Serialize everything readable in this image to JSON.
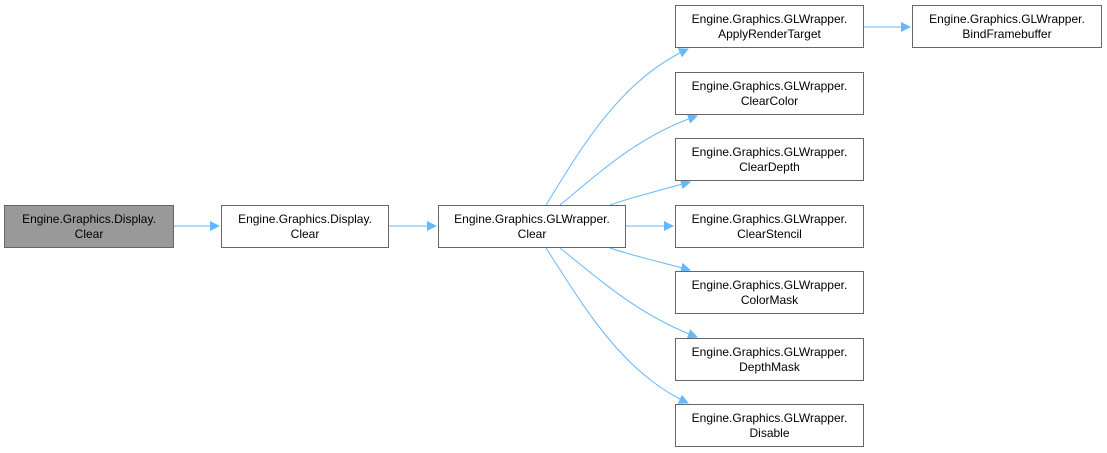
{
  "colors": {
    "edge": "#63b8ff",
    "root_fill": "#999999",
    "node_border": "#666666"
  },
  "nodes": [
    {
      "id": "n1",
      "line1": "Engine.Graphics.Display.",
      "line2": "Clear",
      "root": true
    },
    {
      "id": "n2",
      "line1": "Engine.Graphics.Display.",
      "line2": "Clear"
    },
    {
      "id": "n3",
      "line1": "Engine.Graphics.GLWrapper.",
      "line2": "Clear"
    },
    {
      "id": "n4",
      "line1": "Engine.Graphics.GLWrapper.",
      "line2": "ApplyRenderTarget"
    },
    {
      "id": "n5",
      "line1": "Engine.Graphics.GLWrapper.",
      "line2": "BindFramebuffer"
    },
    {
      "id": "n6",
      "line1": "Engine.Graphics.GLWrapper.",
      "line2": "ClearColor"
    },
    {
      "id": "n7",
      "line1": "Engine.Graphics.GLWrapper.",
      "line2": "ClearDepth"
    },
    {
      "id": "n8",
      "line1": "Engine.Graphics.GLWrapper.",
      "line2": "ClearStencil"
    },
    {
      "id": "n9",
      "line1": "Engine.Graphics.GLWrapper.",
      "line2": "ColorMask"
    },
    {
      "id": "n10",
      "line1": "Engine.Graphics.GLWrapper.",
      "line2": "DepthMask"
    },
    {
      "id": "n11",
      "line1": "Engine.Graphics.GLWrapper.",
      "line2": "Disable"
    }
  ],
  "edges": [
    {
      "from": "n1",
      "to": "n2"
    },
    {
      "from": "n2",
      "to": "n3"
    },
    {
      "from": "n3",
      "to": "n4"
    },
    {
      "from": "n4",
      "to": "n5"
    },
    {
      "from": "n3",
      "to": "n6"
    },
    {
      "from": "n3",
      "to": "n7"
    },
    {
      "from": "n3",
      "to": "n8"
    },
    {
      "from": "n3",
      "to": "n9"
    },
    {
      "from": "n3",
      "to": "n10"
    },
    {
      "from": "n3",
      "to": "n11"
    }
  ]
}
